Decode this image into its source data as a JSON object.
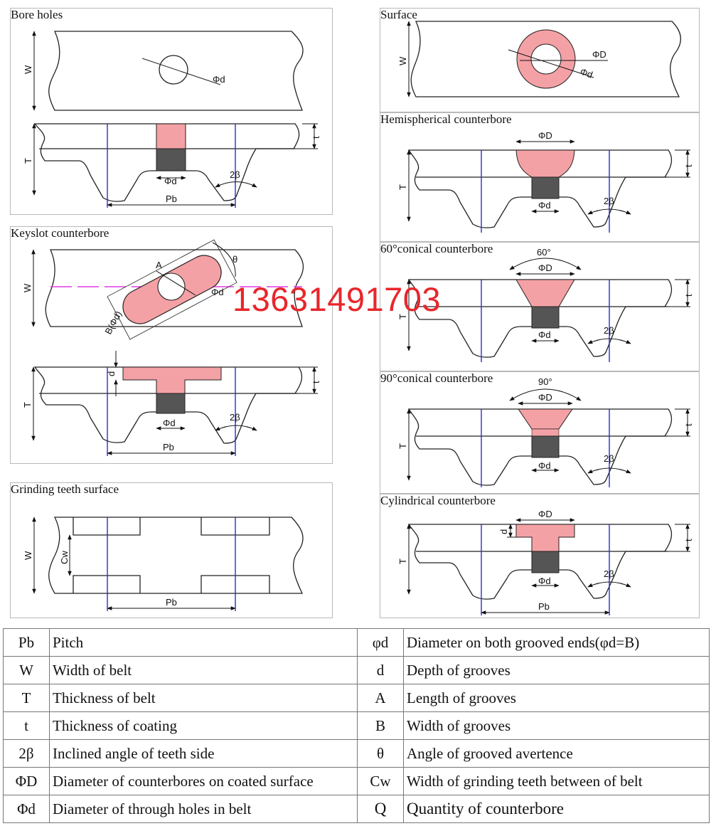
{
  "panels": {
    "bore_holes": {
      "title": "Bore holes"
    },
    "surface": {
      "title": "Surface"
    },
    "keyslot": {
      "title": "Keyslot counterbore"
    },
    "hemispherical": {
      "title": "Hemispherical counterbore"
    },
    "conical60": {
      "title": "60°conical counterbore"
    },
    "conical90": {
      "title": "90°conical counterbore"
    },
    "grinding": {
      "title": "Grinding teeth surface"
    },
    "cylindrical": {
      "title": "Cylindrical counterbore"
    }
  },
  "labels": {
    "W": "W",
    "T": "T",
    "t": "t",
    "Pb": "Pb",
    "two_beta": "2β",
    "phi_d": "Φd",
    "phi_D": "ΦD",
    "d": "d",
    "A": "A",
    "B_phi_d": "B(Φd)",
    "theta": "θ",
    "Cw": "Cw",
    "deg60": "60°",
    "deg90": "90°"
  },
  "watermark": {
    "phone": "13631491703"
  },
  "colors": {
    "fill_pink": "#f4a1a5",
    "hole_gray": "#555555",
    "pitch_line": "#2b2bd6",
    "watermark": "#e8262b",
    "center_line": "#e23be2"
  },
  "legend": {
    "rows": [
      {
        "s1": "Pb",
        "d1": "Pitch",
        "s2": "φd",
        "d2": "Diameter on both grooved ends(φd=B)"
      },
      {
        "s1": "W",
        "d1": "Width of belt",
        "s2": "d",
        "d2": "Depth of grooves"
      },
      {
        "s1": "T",
        "d1": "Thickness of belt",
        "s2": "A",
        "d2": "Length of grooves"
      },
      {
        "s1": "t",
        "d1": "Thickness of coating",
        "s2": "B",
        "d2": "Width of grooves"
      },
      {
        "s1": "2β",
        "d1": "Inclined angle of teeth side",
        "s2": "θ",
        "d2": "Angle of grooved avertence"
      },
      {
        "s1": "ΦD",
        "d1": "Diameter of counterbores on coated surface",
        "s2": "Cw",
        "d2": "Width of grinding teeth between of belt"
      },
      {
        "s1": "Φd",
        "d1": "Diameter of through holes in belt",
        "s2": "Q",
        "d2": "Quantity of counterbore"
      }
    ]
  }
}
